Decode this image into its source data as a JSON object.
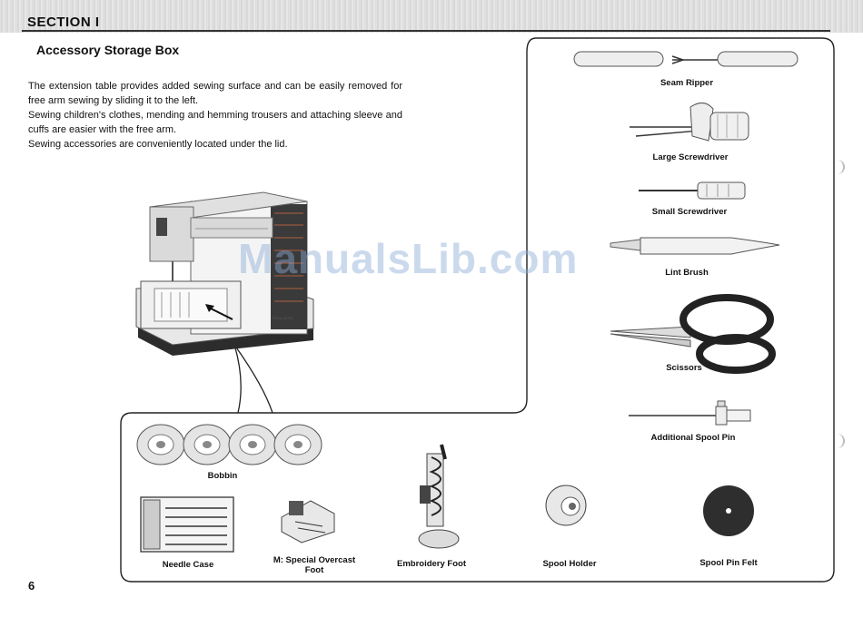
{
  "header": {
    "section": "SECTION I"
  },
  "page": {
    "title": "Accessory Storage Box",
    "paragraphs": [
      "The extension table provides added sewing surface and can be easily removed for free arm sewing by sliding it to the left.",
      "Sewing children's clothes, mending and hemming trousers and attaching sleeve and cuffs are easier with the free arm.",
      "Sewing accessories are conveniently located under the lid."
    ],
    "page_number": "6",
    "watermark": "ManualsLib.com"
  },
  "accessories": {
    "seam_ripper": "Seam Ripper",
    "large_screwdriver": "Large Screwdriver",
    "small_screwdriver": "Small Screwdriver",
    "lint_brush": "Lint Brush",
    "scissors": "Scissors",
    "additional_spool_pin": "Additional Spool Pin",
    "bobbin": "Bobbin",
    "needle_case": "Needle Case",
    "special_overcast_foot": "M: Special Overcast Foot",
    "embroidery_foot": "Embroidery Foot",
    "spool_holder": "Spool Holder",
    "spool_pin_felt": "Spool Pin Felt"
  },
  "machine_badge": "Husqvarna"
}
